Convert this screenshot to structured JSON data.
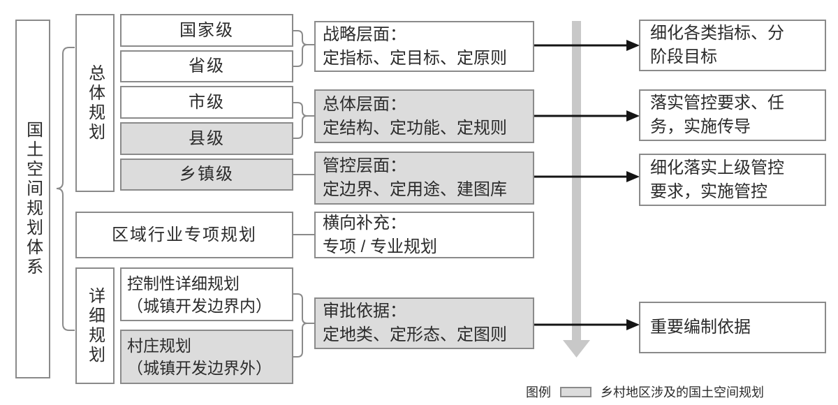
{
  "title": "国土空间规划体系",
  "colors": {
    "highlight_fill": "#dcdcdc",
    "box_border": "#8a8a8a",
    "flow_arrow_gray": "#c8c8c8",
    "text": "#2b2b2b",
    "arrow_black": "#141414"
  },
  "root": {
    "label": "国土空间规划体系"
  },
  "groups": [
    {
      "label": "总体规划"
    },
    {
      "label": "详细规划"
    }
  ],
  "levels": [
    {
      "label": "国家级",
      "highlight": false
    },
    {
      "label": "省级",
      "highlight": false
    },
    {
      "label": "市级",
      "highlight": false
    },
    {
      "label": "县级",
      "highlight": true
    },
    {
      "label": "乡镇级",
      "highlight": true
    }
  ],
  "regional": {
    "label": "区域行业专项规划",
    "highlight": false
  },
  "detailed_plans": [
    {
      "line1": "控制性详细规划",
      "line2": "（城镇开发边界内）",
      "highlight": false
    },
    {
      "line1": "村庄规划",
      "line2": "（城镇开发边界外）",
      "highlight": true
    }
  ],
  "functions": [
    {
      "line1": "战略层面：",
      "line2": "定指标、定目标、定原则",
      "highlight": false
    },
    {
      "line1": "总体层面：",
      "line2": "定结构、定功能、定规则",
      "highlight": true
    },
    {
      "line1": "管控层面：",
      "line2": "定边界、定用途、建图库",
      "highlight": true
    },
    {
      "line1": "横向补充：",
      "line2": "专项 / 专业规划",
      "highlight": false
    },
    {
      "line1": "审批依据：",
      "line2": "定地类、定形态、定图则",
      "highlight": true
    }
  ],
  "outcomes": [
    {
      "line1": "细化各类指标、分",
      "line2": "阶段目标"
    },
    {
      "line1": "落实管控要求、任",
      "line2": "务，实施传导"
    },
    {
      "line1": "细化落实上级管控",
      "line2": "要求，实施管控"
    },
    {
      "line1": "重要编制依据",
      "line2": ""
    }
  ],
  "legend": {
    "label": "图例",
    "swatch_meaning": "乡村地区涉及的国土空间规划"
  }
}
